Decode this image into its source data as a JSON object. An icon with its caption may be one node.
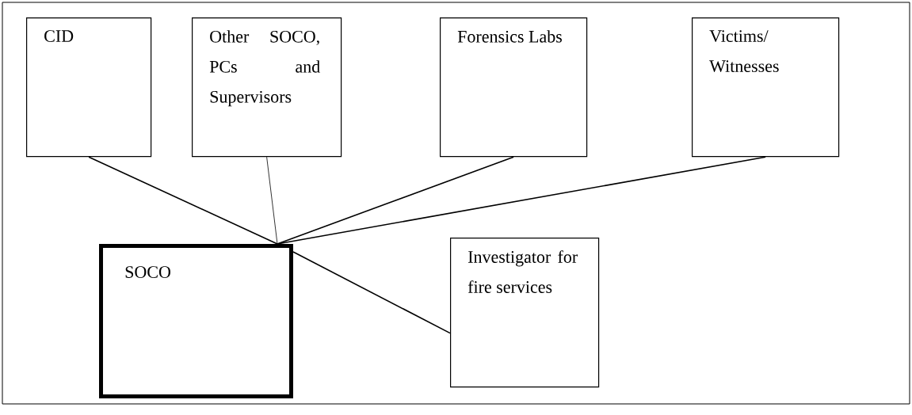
{
  "diagram": {
    "nodes": [
      {
        "text": [
          "CID"
        ]
      },
      {
        "text": [
          "Other SOCO, PCs and Supervisors"
        ]
      },
      {
        "text": [
          "Forensics Labs"
        ]
      },
      {
        "text": [
          "Victims/ Witnesses"
        ]
      },
      {
        "text": [
          "SOCO"
        ]
      },
      {
        "text": [
          "Investigator for fire services"
        ]
      }
    ],
    "edges": [
      {
        "from": 0,
        "to": 4,
        "arrow": "none"
      },
      {
        "from": 1,
        "to": 4,
        "arrow": "none"
      },
      {
        "from": 2,
        "to": 4,
        "arrow": "none"
      },
      {
        "from": 3,
        "to": 4,
        "arrow": "none"
      },
      {
        "from": 4,
        "to": 5,
        "arrow": "none"
      }
    ]
  }
}
